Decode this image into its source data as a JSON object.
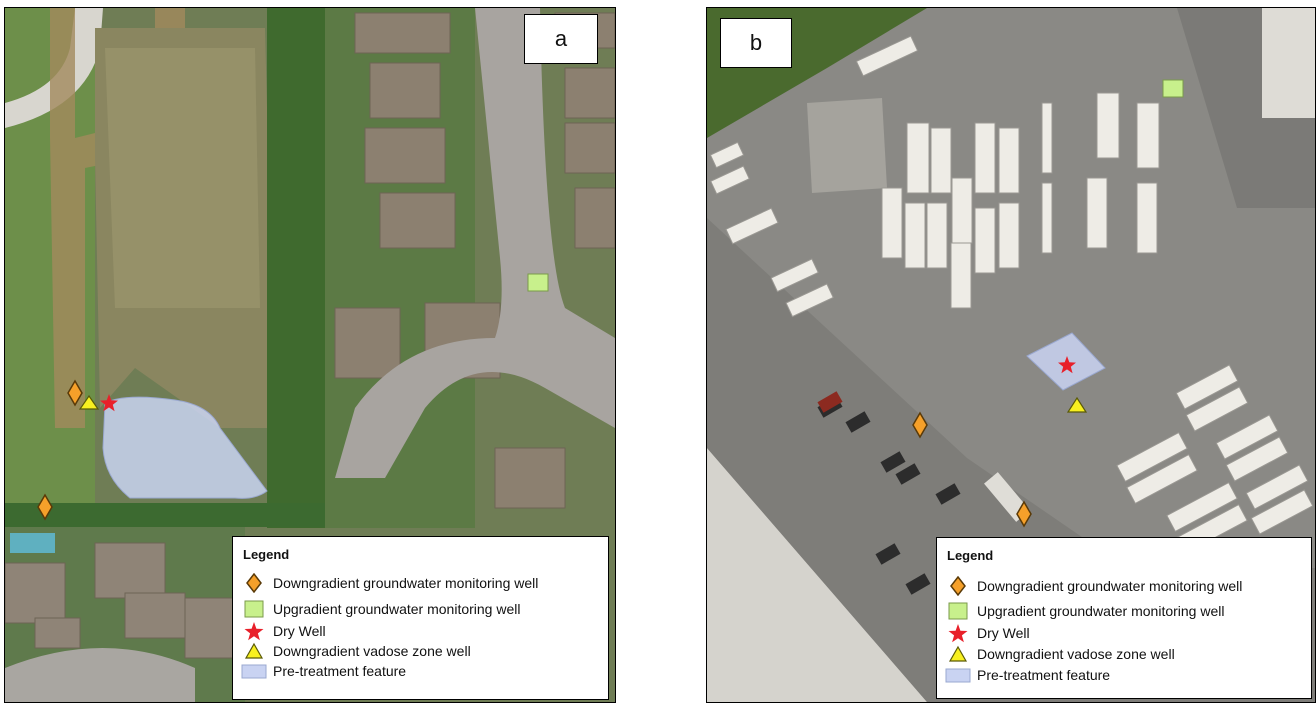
{
  "colors": {
    "downgradient_gw_well": "#f5a02a",
    "upgradient_gw_well": "#c8f08c",
    "dry_well": "#e8202a",
    "vadose_zone_well": "#f8f020",
    "pretreatment_feature": "#c9d3f2"
  },
  "panels": [
    {
      "label": "a"
    },
    {
      "label": "b"
    }
  ],
  "legend": {
    "title": "Legend",
    "items": [
      {
        "icon": "orange-diamond-icon",
        "label": "Downgradient groundwater monitoring well"
      },
      {
        "icon": "green-square-icon",
        "label": "Upgradient groundwater monitoring well"
      },
      {
        "icon": "red-star-icon",
        "label": "Dry Well"
      },
      {
        "icon": "yellow-triangle-icon",
        "label": "Downgradient vadose zone well"
      },
      {
        "icon": "blue-rectangle-icon",
        "label": "Pre-treatment feature"
      }
    ]
  }
}
